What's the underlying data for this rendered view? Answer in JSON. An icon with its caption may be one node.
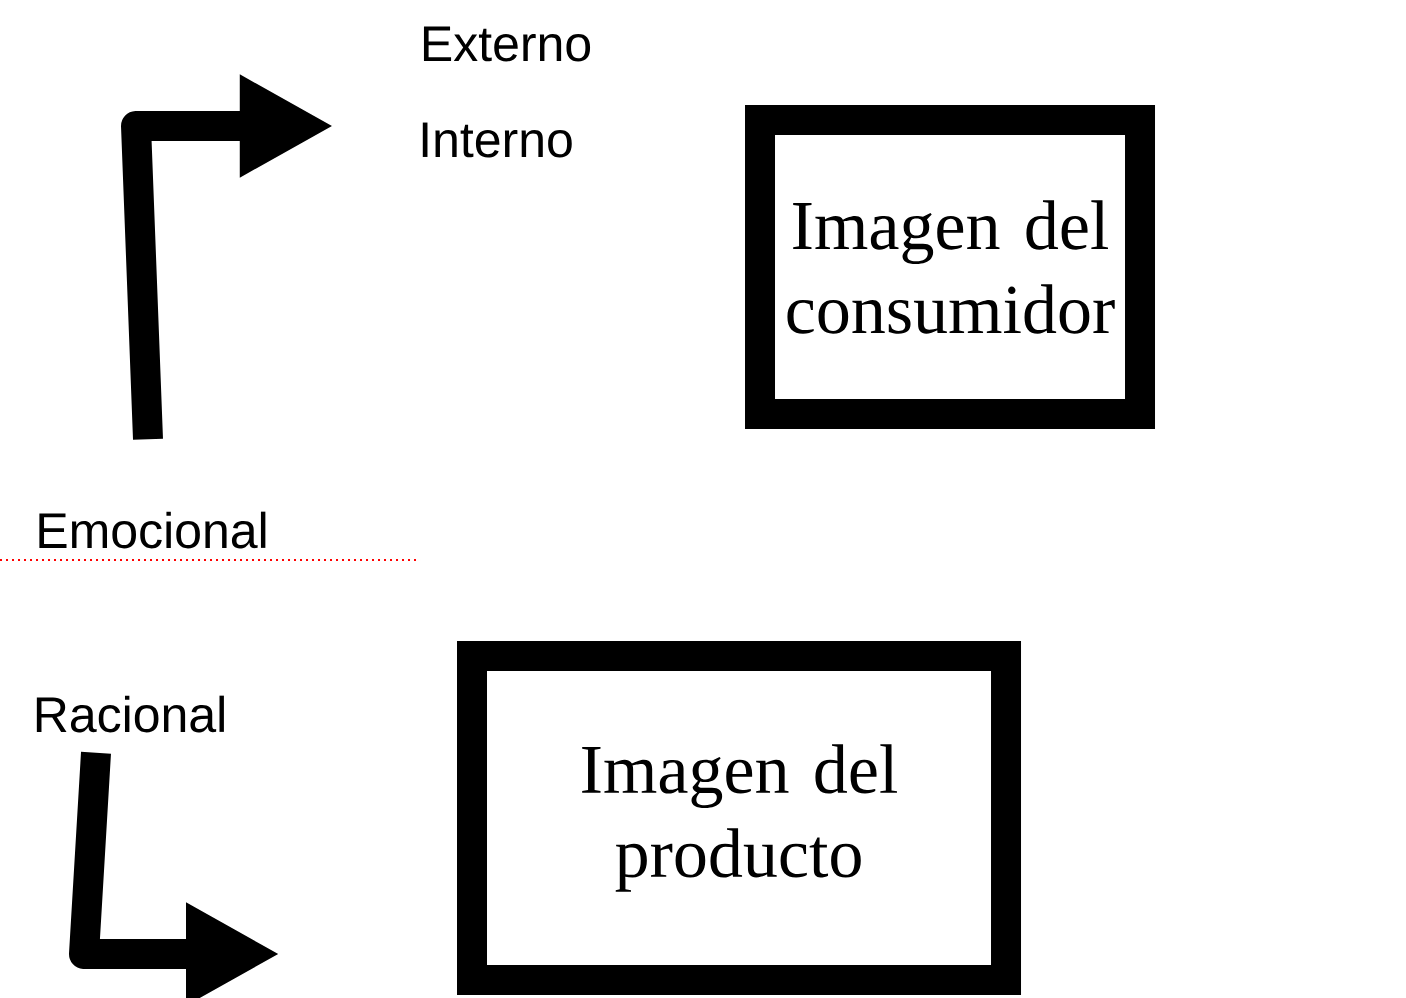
{
  "diagram": {
    "nodes": [
      {
        "text": [
          "Interno"
        ]
      },
      {
        "text": [
          "Imagen del consumidor"
        ]
      },
      {
        "text": [
          "Emocional"
        ]
      },
      {
        "text": [
          "Racional"
        ]
      },
      {
        "text": [
          "Imagen del producto"
        ]
      }
    ],
    "edges": [
      {
        "from": 2,
        "to": 0,
        "arrow": "to"
      },
      {
        "from": 3,
        "to": null,
        "arrow": "to"
      }
    ],
    "labels": [
      "Externo"
    ]
  }
}
